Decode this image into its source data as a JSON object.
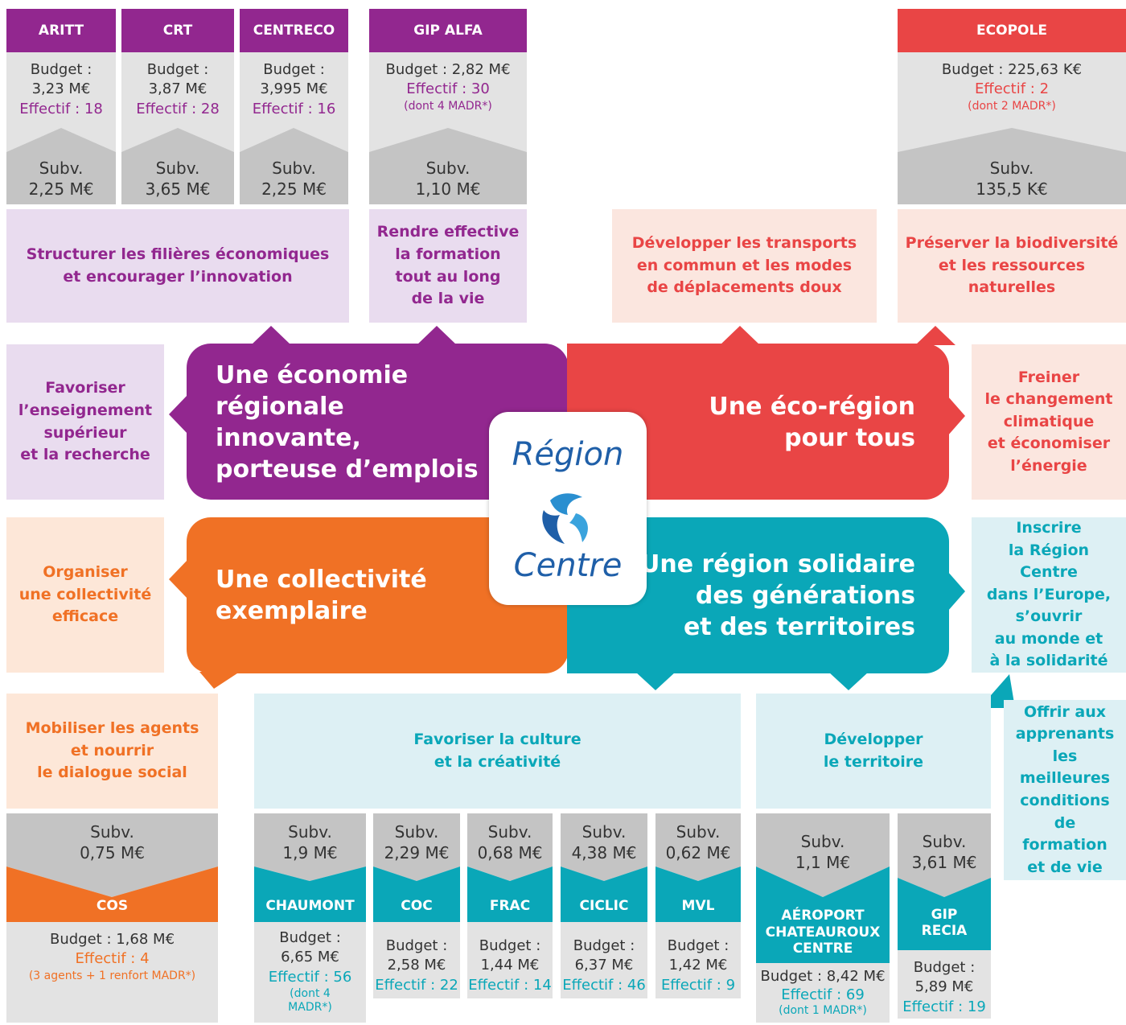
{
  "colors": {
    "purple": "#92278f",
    "red": "#e94545",
    "orange": "#f07125",
    "teal": "#0aa7b8",
    "gray_light": "#e3e3e3",
    "gray_dark": "#c4c4c4"
  },
  "logo": {
    "line1": "Région",
    "line2": "Centre"
  },
  "quadrants": {
    "economy": "Une économie\nrégionale innovante,\nporteuse d’emplois",
    "eco": "Une éco-région\npour tous",
    "collectivity": "Une collectivité\nexemplaire",
    "solidarity": "Une région solidaire\ndes générations\net des territoires"
  },
  "top_orgs": [
    {
      "name": "ARITT",
      "budget_label": "Budget :",
      "budget": "3,23 M€",
      "effectif": "Effectif : 18",
      "subv_label": "Subv.",
      "subv": "2,25 M€"
    },
    {
      "name": "CRT",
      "budget_label": "Budget :",
      "budget": "3,87 M€",
      "effectif": "Effectif : 28",
      "subv_label": "Subv.",
      "subv": "3,65 M€"
    },
    {
      "name": "CENTRECO",
      "budget_label": "Budget :",
      "budget": "3,995 M€",
      "effectif": "Effectif : 16",
      "subv_label": "Subv.",
      "subv": "2,25 M€"
    },
    {
      "name": "GIP ALFA",
      "budget_label": "Budget : 2,82 M€",
      "effectif": "Effectif : 30",
      "note": "(dont 4 MADR*)",
      "subv_label": "Subv.",
      "subv": "1,10 M€"
    },
    {
      "name": "ECOPOLE",
      "budget_label": "Budget : 225,63 K€",
      "effectif": "Effectif : 2",
      "note": "(dont 2 MADR*)",
      "subv_label": "Subv.",
      "subv": "135,5 K€"
    }
  ],
  "objectives": {
    "filieres": "Structurer les filières économiques\net encourager l’innovation",
    "formation": "Rendre effective\nla formation\ntout au long\nde la vie",
    "transports": "Développer les transports\nen commun et les modes\nde déplacements doux",
    "biodiversite": "Préserver la biodiversité\net les ressources\nnaturelles",
    "enseignement": "Favoriser\nl’enseignement\nsupérieur\net la recherche",
    "climat": "Freiner\nle changement\nclimatique\net économiser\nl’énergie",
    "organiser": "Organiser\nune collectivité\nefficace",
    "europe": "Inscrire\nla Région Centre\ndans l’Europe,\ns’ouvrir\nau monde et\nà la solidarité",
    "mobiliser": "Mobiliser les agents\net nourrir\nle dialogue social",
    "culture": "Favoriser la culture\net la créativité",
    "territoire": "Développer\nle territoire",
    "apprenants": "Offrir aux\napprenants\nles\nmeilleures\nconditions\nde formation\net de vie"
  },
  "bottom_orgs": [
    {
      "name": "COS",
      "subv_label": "Subv.",
      "subv": "0,75 M€",
      "budget": "Budget : 1,68 M€",
      "effectif": "Effectif : 4",
      "note": "(3 agents + 1 renfort MADR*)"
    },
    {
      "name": "CHAUMONT",
      "subv_label": "Subv.",
      "subv": "1,9 M€",
      "budget_label": "Budget :",
      "budget": "6,65 M€",
      "effectif": "Effectif : 56",
      "note": "(dont 4 MADR*)"
    },
    {
      "name": "COC",
      "subv_label": "Subv.",
      "subv": "2,29 M€",
      "budget_label": "Budget :",
      "budget": "2,58 M€",
      "effectif": "Effectif : 22"
    },
    {
      "name": "FRAC",
      "subv_label": "Subv.",
      "subv": "0,68 M€",
      "budget_label": "Budget :",
      "budget": "1,44 M€",
      "effectif": "Effectif : 14"
    },
    {
      "name": "CICLIC",
      "subv_label": "Subv.",
      "subv": "4,38 M€",
      "budget_label": "Budget :",
      "budget": "6,37 M€",
      "effectif": "Effectif : 46"
    },
    {
      "name": "MVL",
      "subv_label": "Subv.",
      "subv": "0,62 M€",
      "budget_label": "Budget :",
      "budget": "1,42 M€",
      "effectif": "Effectif : 9"
    },
    {
      "name": "AÉROPORT CHATEAUROUX CENTRE",
      "subv_label": "Subv.",
      "subv": "1,1 M€",
      "budget": "Budget : 8,42 M€",
      "effectif": "Effectif : 69",
      "note": "(dont 1 MADR*)"
    },
    {
      "name": "GIP RECIA",
      "subv_label": "Subv.",
      "subv": "3,61 M€",
      "budget_label": "Budget :",
      "budget": "5,89 M€",
      "effectif": "Effectif : 19"
    }
  ]
}
